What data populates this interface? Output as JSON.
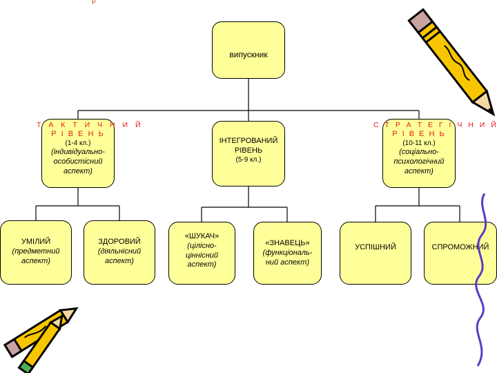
{
  "top_mark": "р",
  "root": {
    "label": "випускник"
  },
  "tactical": {
    "title_1": "Т А К Т И Ч Н И Й",
    "title_2": "Р І В Е Н Ь",
    "grades": "(1-4 кл.)",
    "desc_1": "(індивідуально-",
    "desc_2": "особистісний",
    "desc_3": "аспект)"
  },
  "integrated": {
    "title_1": "ІНТЕГРОВАНИЙ",
    "title_2": "РІВЕНЬ",
    "grades": "(5-9 кл.)"
  },
  "strategic": {
    "title_1": "С Т Р А Т Е Г І Ч Н И Й",
    "title_2": "Р І В Е Н Ь",
    "grades": "(10-11 кл.)",
    "desc_1": "(соціально-",
    "desc_2": "психологічний",
    "desc_3": "аспект)"
  },
  "leaves": {
    "skilled": {
      "title": "УМІЛИЙ",
      "desc_1": "(предметний",
      "desc_2": "аспект)"
    },
    "healthy": {
      "title": "ЗДОРОВИЙ",
      "desc_1": "(діяльнісний",
      "desc_2": "аспект)"
    },
    "seeker": {
      "title": "«ШУКАЧ»",
      "desc_1": "(ціліснo-",
      "desc_2": "ціннісний",
      "desc_3": "аспект)"
    },
    "expert": {
      "title": "«ЗНАВЕЦЬ»",
      "desc_1": "(функціональ-",
      "desc_2": "ний аспект)"
    },
    "successful": {
      "title": "УСПІШНИЙ"
    },
    "capable": {
      "title": "СПРОМОЖНИЙ"
    }
  },
  "colors": {
    "box_fill": "#ffff99",
    "accent_red": "#e0201b",
    "pencil_yellow": "#f7c600"
  },
  "decorations": [
    "pencil-icon-top-right",
    "pencils-icon-bottom-left",
    "squiggle-icon-right"
  ]
}
